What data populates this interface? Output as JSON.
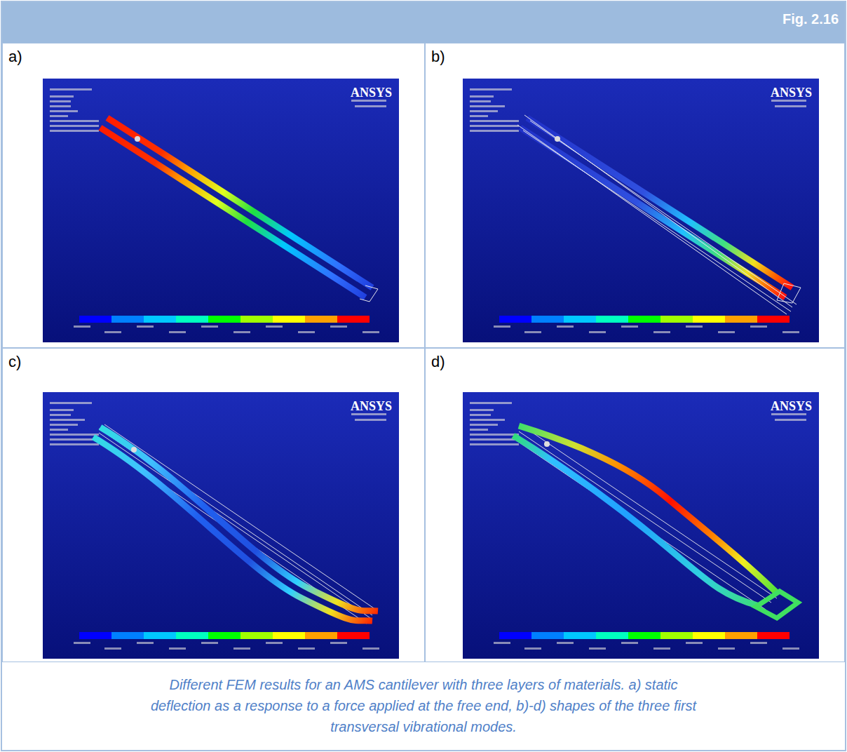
{
  "diagram": {
    "title": "Fig. 2.16",
    "caption": "Different FEM results for an AMS cantilever with three layers of materials. a) static deflection as a response to a force applied at the free end, b)-d) shapes of the three first transversal vibrational modes.",
    "nodes": [
      {
        "text": [
          "a)"
        ]
      },
      {
        "text": [
          "ANSYS"
        ],
        "in": 0
      },
      {
        "text": [
          "b)"
        ]
      },
      {
        "text": [
          "ANSYS"
        ],
        "in": 2
      },
      {
        "text": [
          "c)"
        ]
      },
      {
        "text": [
          "ANSYS"
        ],
        "in": 4
      },
      {
        "text": [
          "d)"
        ]
      },
      {
        "text": [
          "ANSYS"
        ],
        "in": 6
      }
    ]
  }
}
